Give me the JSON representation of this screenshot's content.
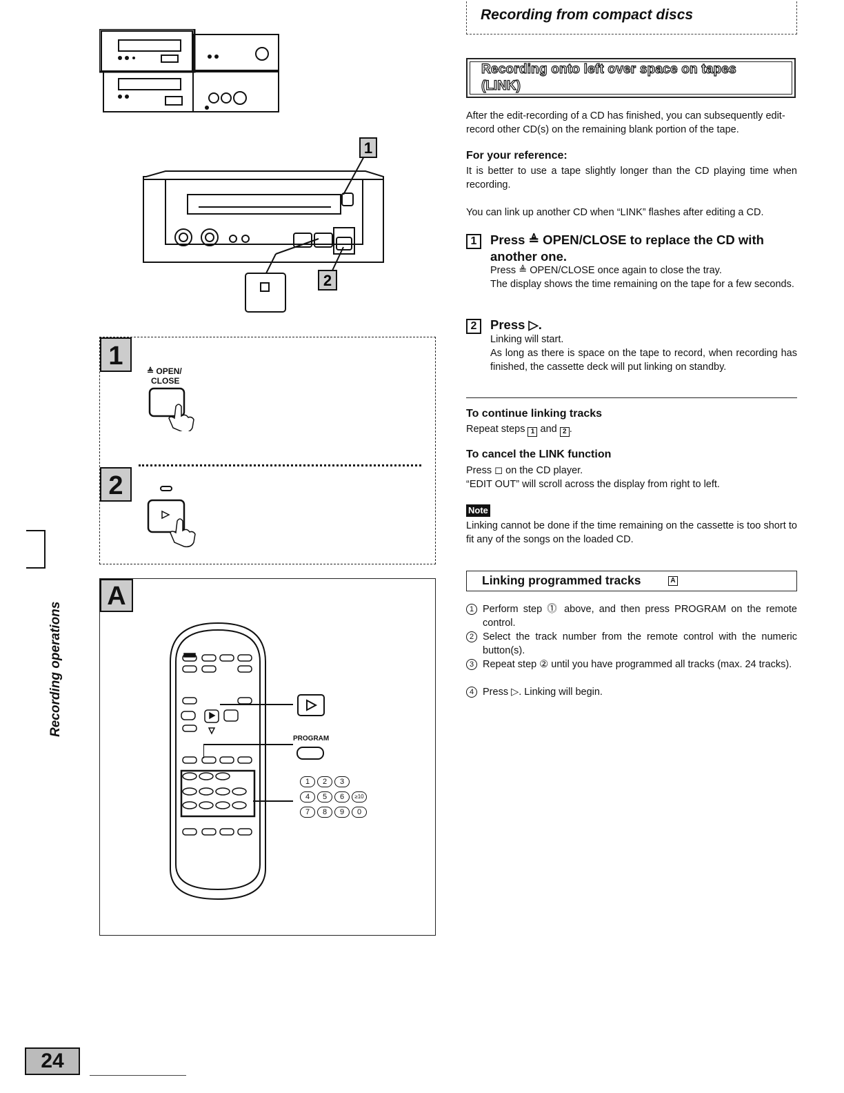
{
  "header": {
    "title": "Recording from compact discs"
  },
  "section": {
    "title_line1": "Recording onto left over space on tapes",
    "title_line2": "(LINK)",
    "intro": "After the edit-recording of a CD has finished, you can subsequently edit-record other CD(s) on the remaining blank portion of the tape.",
    "reference_heading": "For your reference:",
    "reference_text": "It is better to use a tape slightly longer than the CD playing time when recording.",
    "link_note": "You can link up another CD when “LINK” flashes after editing a CD.",
    "step1": {
      "num": "1",
      "heading": "Press ≜ OPEN/CLOSE to replace the CD with another one.",
      "line1": "Press ≜ OPEN/CLOSE once again to close the tray.",
      "line2": "The display shows the time remaining on the tape for a few seconds."
    },
    "step2": {
      "num": "2",
      "heading": "Press ▷.",
      "line1": "Linking will start.",
      "line2": "As long as there is space on the tape to record, when recording has finished, the cassette deck will put linking on standby."
    },
    "continue_heading": "To continue linking tracks",
    "continue_pre": "Repeat steps",
    "continue_mid": "and",
    "continue_n1": "1",
    "continue_n2": "2",
    "cancel_heading": "To cancel the LINK function",
    "cancel_line1": "Press ◻ on the CD player.",
    "cancel_line2": "“EDIT OUT” will scroll across the display from right to left.",
    "note_label": "Note",
    "note_text": "Linking cannot be done if the time remaining on the cassette is too short to fit any of the songs on the loaded CD."
  },
  "linking": {
    "title": "Linking programmed tracks",
    "badge": "A",
    "items": [
      {
        "n": "1",
        "text": "Perform step ⓵ above, and then press PROGRAM on the remote control."
      },
      {
        "n": "2",
        "text": "Select the track number from the remote control with the numeric button(s)."
      },
      {
        "n": "3",
        "text": "Repeat step ② until you have programmed all tracks (max. 24 tracks)."
      },
      {
        "n": "4",
        "text": "Press ▷. Linking will begin."
      }
    ]
  },
  "illustrations": {
    "cd_callout_1": "1",
    "cd_callout_2": "2",
    "panel1_step": "1",
    "panel1_label_a": "≜ OPEN/",
    "panel1_label_b": "CLOSE",
    "panel2_step": "2",
    "panelA_step": "A",
    "program_label": "PROGRAM",
    "keypad_row1": [
      "1",
      "2",
      "3"
    ],
    "keypad_row2": [
      "4",
      "5",
      "6",
      "≥10"
    ],
    "keypad_row3": [
      "7",
      "8",
      "9",
      "0"
    ]
  },
  "sidebar": {
    "label": "Recording operations"
  },
  "page_number": "24"
}
